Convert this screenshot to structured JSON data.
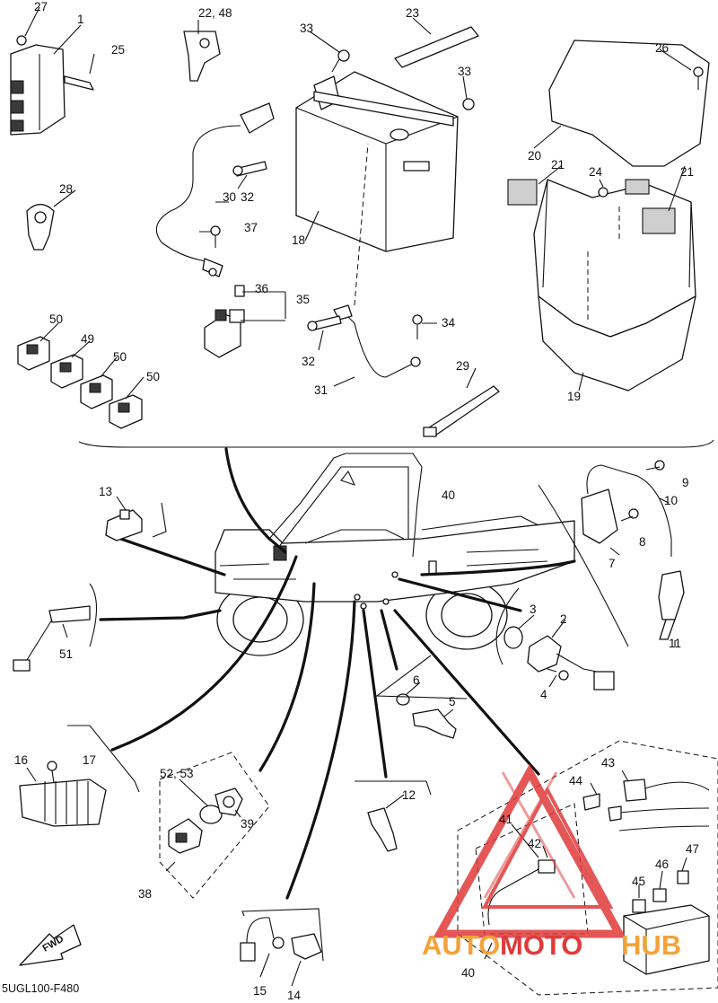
{
  "diagram_code": "5UGL100-F480",
  "direction_label": "FWD",
  "watermark": {
    "word1": "AUTO",
    "word2": "MOTO",
    "word3": "HUB"
  },
  "callouts": {
    "c1": "1",
    "c2": "2",
    "c3": "3",
    "c4": "4",
    "c5": "5",
    "c6": "6",
    "c7": "7",
    "c8": "8",
    "c9": "9",
    "c10": "10",
    "c11": "11",
    "c12": "12",
    "c13": "13",
    "c14": "14",
    "c15": "15",
    "c16": "16",
    "c17": "17",
    "c18": "18",
    "c19": "19",
    "c20": "20",
    "c21a": "21",
    "c21b": "21",
    "c2248": "22, 48",
    "c23": "23",
    "c24": "24",
    "c25": "25",
    "c26": "26",
    "c27": "27",
    "c28": "28",
    "c29": "29",
    "c30": "30",
    "c31": "31",
    "c32a": "32",
    "c32b": "32",
    "c33a": "33",
    "c33b": "33",
    "c34": "34",
    "c35": "35",
    "c36": "36",
    "c37": "37",
    "c38": "38",
    "c39": "39",
    "c40a": "40",
    "c40b": "40",
    "c41": "41",
    "c42": "42",
    "c43": "43",
    "c44": "44",
    "c45": "45",
    "c46": "46",
    "c47": "47",
    "c49": "49",
    "c50a": "50",
    "c50b": "50",
    "c50c": "50",
    "c51": "51",
    "c5253": "52, 53"
  },
  "colors": {
    "watermark_red": "#e03a3a",
    "watermark_orange": "#f2a23a",
    "line": "#111111"
  }
}
